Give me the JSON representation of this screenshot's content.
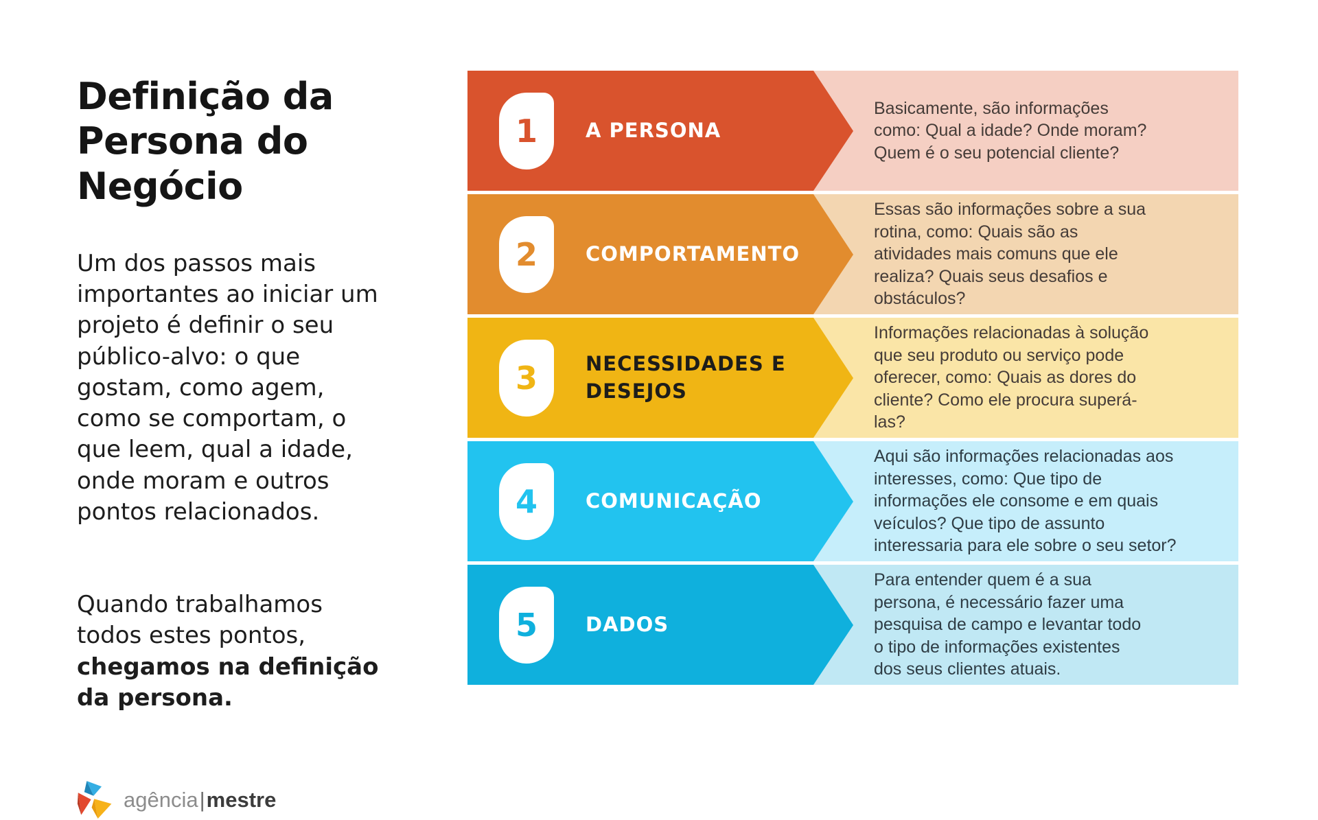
{
  "left": {
    "title": "Definição da\nPersona do\nNegócio",
    "paragraph1": "Um dos passos mais\nimportantes ao iniciar um\nprojeto é definir o seu\npúblico-alvo: o que\ngostam, como agem,\ncomo se comportam, o\nque leem, qual a idade,\nonde moram e outros\npontos relacionados.",
    "paragraph2_regular": "Quando trabalhamos\ntodos estes pontos,",
    "paragraph2_bold": "chegamos na definição\nda persona.",
    "logo": {
      "brand_left": "agência",
      "divider": "|",
      "brand_right": "mestre",
      "mark_colors": {
        "blue": "#35aee3",
        "blue_dark": "#1f85b8",
        "red": "#e2492f",
        "red_dark": "#b93a24",
        "yellow": "#f7b219",
        "yellow_dark": "#e89b0e"
      }
    }
  },
  "steps": [
    {
      "number": "1",
      "label": "A PERSONA",
      "description": "Basicamente, são informações\ncomo: Qual a idade? Onde moram?\nQuem é o seu potencial cliente?",
      "banner_color": "#d9532d",
      "desc_bg": "#f5cfc3",
      "label_color": "#ffffff",
      "number_color": "#d9532d",
      "desc_text_color": "#453c38"
    },
    {
      "number": "2",
      "label": "COMPORTAMENTO",
      "description": "Essas são informações sobre a sua\nrotina, como: Quais são as\natividades mais comuns que ele\nrealiza? Quais seus desafios e\nobstáculos?",
      "banner_color": "#e28c2e",
      "desc_bg": "#f3d6b1",
      "label_color": "#ffffff",
      "number_color": "#e28c2e",
      "desc_text_color": "#453c38"
    },
    {
      "number": "3",
      "label": "NECESSIDADES E\nDESEJOS",
      "description": "Informações relacionadas à solução\nque seu produto ou serviço pode\noferecer, como: Quais as dores do\ncliente? Como ele procura superá-\nlas?",
      "banner_color": "#f0b514",
      "desc_bg": "#fae5a7",
      "label_color": "#1d1d1b",
      "number_color": "#f0b514",
      "desc_text_color": "#453c38"
    },
    {
      "number": "4",
      "label": "COMUNICAÇÃO",
      "description": "Aqui são informações relacionadas aos\ninteresses, como: Que tipo de\ninformações ele consome e em quais\nveículos? Que tipo de assunto\ninteressaria para ele sobre o seu setor?",
      "banner_color": "#22c3ef",
      "desc_bg": "#c6eefb",
      "label_color": "#ffffff",
      "number_color": "#22c3ef",
      "desc_text_color": "#2f3d45"
    },
    {
      "number": "5",
      "label": "DADOS",
      "description": "Para entender quem é a sua\npersona, é necessário fazer uma\npesquisa de campo e levantar todo\no tipo de informações existentes\ndos seus clientes atuais.",
      "banner_color": "#0fb0dd",
      "desc_bg": "#c0e8f4",
      "label_color": "#ffffff",
      "number_color": "#0fb0dd",
      "desc_text_color": "#2f3d45"
    }
  ]
}
